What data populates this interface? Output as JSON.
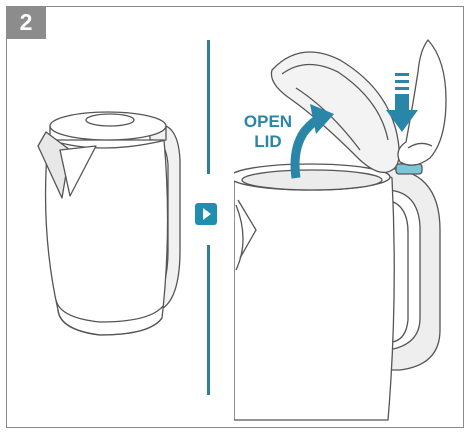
{
  "step": {
    "number": "2"
  },
  "annotation": {
    "line1": "OPEN",
    "line2": "LID"
  },
  "colors": {
    "accent": "#2a86a8",
    "divider": "#2f7f99",
    "badge": "#8c8c8c",
    "outline": "#555555",
    "light_fill": "#f1f1f1"
  },
  "icons": {
    "next": "play-triangle-icon",
    "press_arrow": "down-arrow-icon",
    "open_arrow": "curved-arrow-icon"
  }
}
